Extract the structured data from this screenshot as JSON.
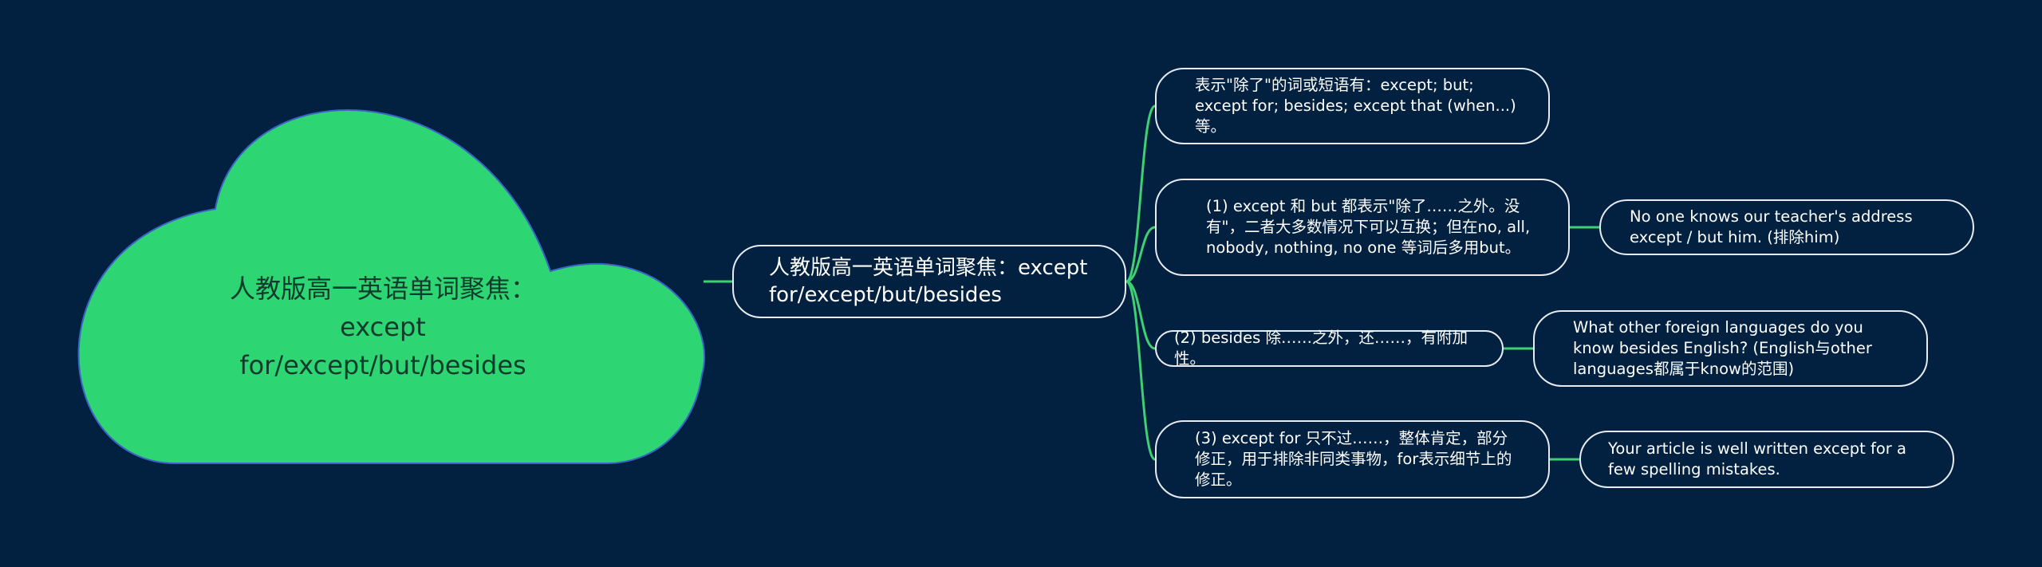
{
  "root": {
    "text": "人教版高一英语单词聚焦：except for/except/but/besides"
  },
  "center": {
    "text": "人教版高一英语单词聚焦：except for/except/but/besides"
  },
  "branches": [
    {
      "text": "表示\"除了\"的词或短语有：except; but; except for; besides; except that (when...)等。"
    },
    {
      "text": "(1) except 和 but 都表示\"除了……之外。没有\"，二者大多数情况下可以互换；但在no, all, nobody, nothing, no one 等词后多用but。"
    },
    {
      "text": "(2) besides 除……之外，还……，有附加性。"
    },
    {
      "text": "(3) except for 只不过……，整体肯定，部分修正，用于排除非同类事物，for表示细节上的修正。"
    }
  ],
  "examples": [
    {
      "text": "No one knows our teacher's address except / but him. (排除him)"
    },
    {
      "text": "What other foreign languages do you know besides English? (English与other languages都属于know的范围)"
    },
    {
      "text": "Your article is well written except for a few spelling mistakes."
    }
  ],
  "colors": {
    "background": "#022140",
    "cloud_fill": "#2ed573",
    "cloud_outline": "#3c62c8",
    "connector": "#3ed072",
    "node_border": "#e6ecf2",
    "text": "#ffffff"
  }
}
